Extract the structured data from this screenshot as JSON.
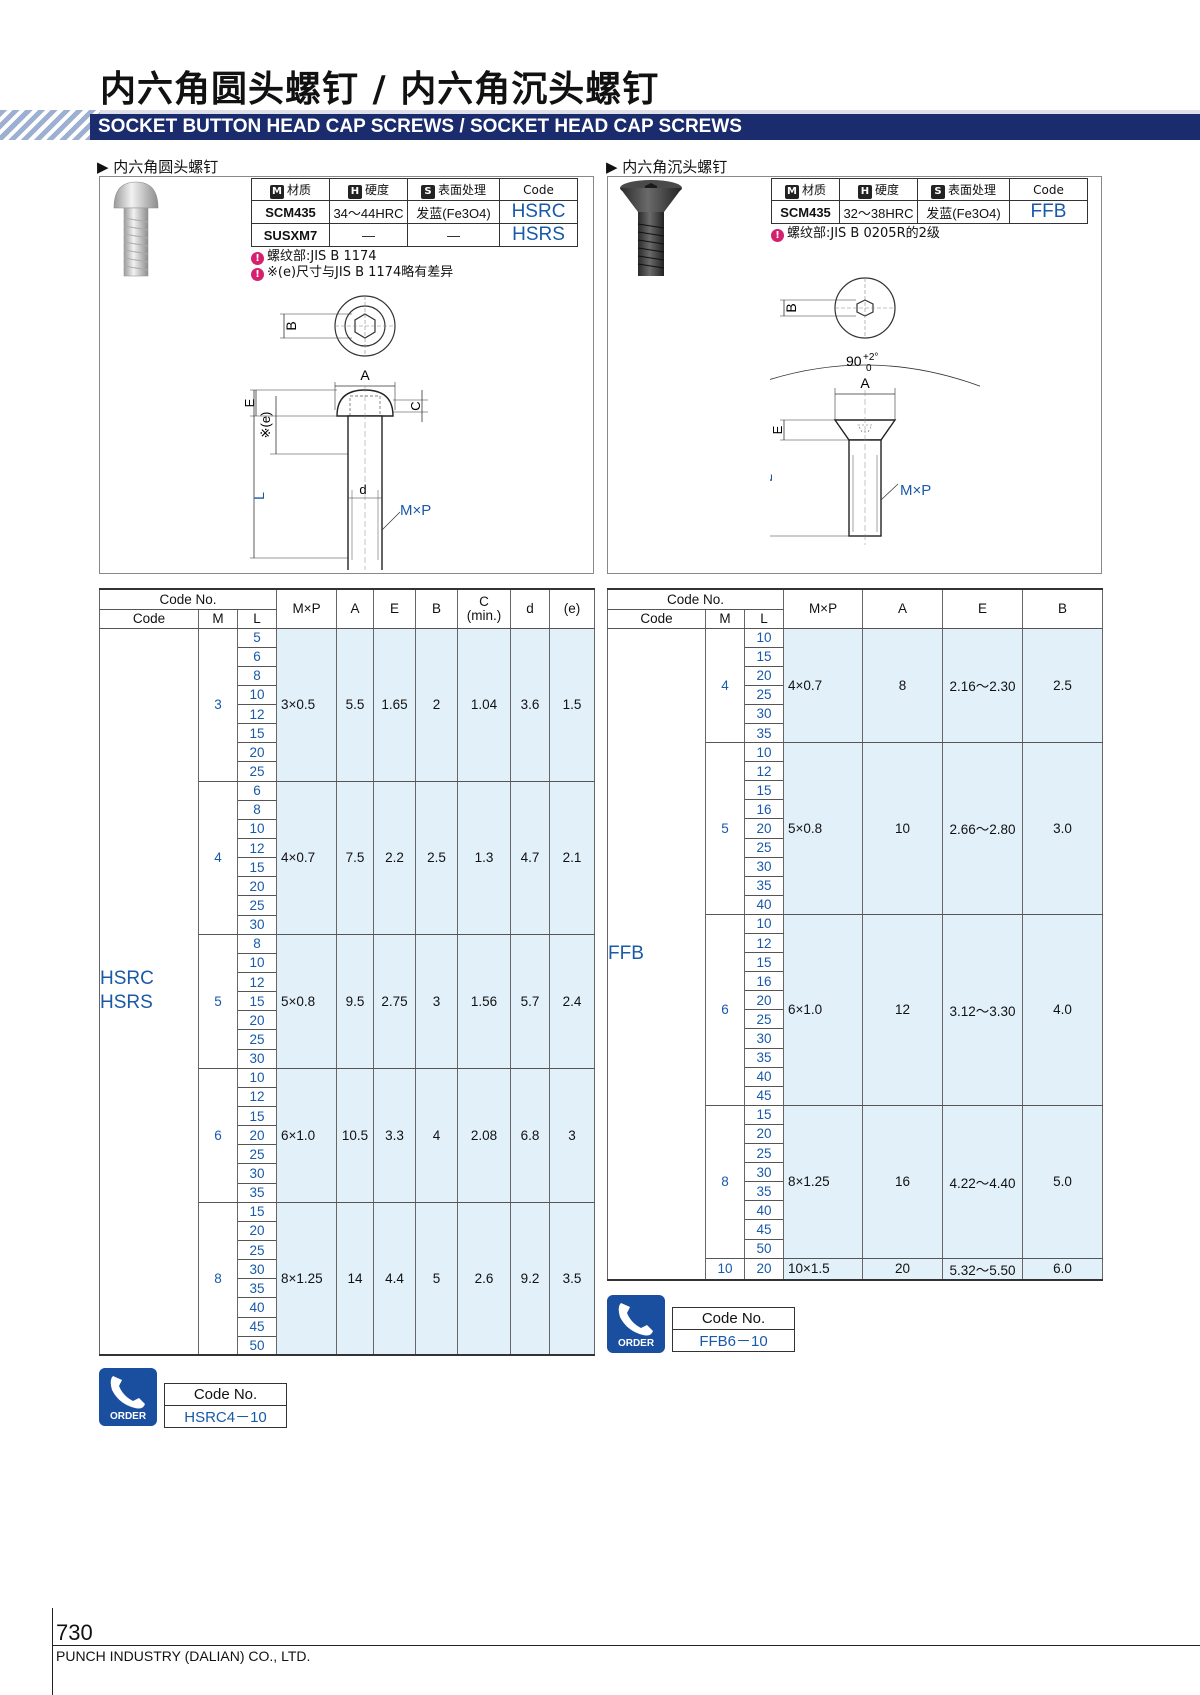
{
  "header": {
    "title_cn": "内六角圆头螺钉 / 内六角沉头螺钉",
    "title_en": "SOCKET BUTTON HEAD CAP SCREWS / SOCKET HEAD CAP SCREWS"
  },
  "left": {
    "section_label": "▶ 内六角圆头螺钉",
    "spec_headers": {
      "material": "材质",
      "hardness": "硬度",
      "surface": "表面处理",
      "code": "Code"
    },
    "spec_badges": {
      "m": "M",
      "h": "H",
      "s": "S"
    },
    "spec_rows": [
      {
        "material": "SCM435",
        "hardness": "34～44HRC",
        "surface": "发蓝(Fe3O4)",
        "code": "HSRC"
      },
      {
        "material": "SUSXM7",
        "hardness": "—",
        "surface": "—",
        "code": "HSRS"
      }
    ],
    "notes": [
      "螺纹部:JIS B 1174",
      "※(e)尺寸与JIS B 1174略有差异"
    ],
    "drawing_labels": {
      "B": "B",
      "A": "A",
      "E": "E",
      "C": "C",
      "e": "※(e)",
      "L": "L",
      "d": "d",
      "MxP": "M×P"
    },
    "table_headers": {
      "code_no": "Code No.",
      "code": "Code",
      "m": "M",
      "l": "L",
      "mxp": "M×P",
      "a": "A",
      "e": "E",
      "b": "B",
      "c": "C",
      "c_sub": "(min.)",
      "d": "d",
      "ee": "(e)"
    },
    "codes": [
      "HSRC",
      "HSRS"
    ],
    "groups": [
      {
        "m": "3",
        "l": [
          "5",
          "6",
          "8",
          "10",
          "12",
          "15",
          "20",
          "25"
        ],
        "mxp": "3×0.5",
        "a": "5.5",
        "e": "1.65",
        "b": "2",
        "c": "1.04",
        "d": "3.6",
        "ee": "1.5"
      },
      {
        "m": "4",
        "l": [
          "6",
          "8",
          "10",
          "12",
          "15",
          "20",
          "25",
          "30"
        ],
        "mxp": "4×0.7",
        "a": "7.5",
        "e": "2.2",
        "b": "2.5",
        "c": "1.3",
        "d": "4.7",
        "ee": "2.1"
      },
      {
        "m": "5",
        "l": [
          "8",
          "10",
          "12",
          "15",
          "20",
          "25",
          "30"
        ],
        "mxp": "5×0.8",
        "a": "9.5",
        "e": "2.75",
        "b": "3",
        "c": "1.56",
        "d": "5.7",
        "ee": "2.4"
      },
      {
        "m": "6",
        "l": [
          "10",
          "12",
          "15",
          "20",
          "25",
          "30",
          "35"
        ],
        "mxp": "6×1.0",
        "a": "10.5",
        "e": "3.3",
        "b": "4",
        "c": "2.08",
        "d": "6.8",
        "ee": "3"
      },
      {
        "m": "8",
        "l": [
          "15",
          "20",
          "25",
          "30",
          "35",
          "40",
          "45",
          "50"
        ],
        "mxp": "8×1.25",
        "a": "14",
        "e": "4.4",
        "b": "5",
        "c": "2.6",
        "d": "9.2",
        "ee": "3.5"
      }
    ],
    "order": {
      "icon_label": "ORDER",
      "header": "Code No.",
      "value": "HSRC4－10"
    }
  },
  "right": {
    "section_label": "▶ 内六角沉头螺钉",
    "spec_headers": {
      "material": "材质",
      "hardness": "硬度",
      "surface": "表面处理",
      "code": "Code"
    },
    "spec_badges": {
      "m": "M",
      "h": "H",
      "s": "S"
    },
    "spec_rows": [
      {
        "material": "SCM435",
        "hardness": "32～38HRC",
        "surface": "发蓝(Fe3O4)",
        "code": "FFB"
      }
    ],
    "notes": [
      "螺纹部:JIS B 0205R的2级"
    ],
    "drawing_labels": {
      "B": "B",
      "angle": "90",
      "angle_tol_plus": "+2°",
      "angle_tol_zero": "0",
      "A": "A",
      "E": "E",
      "L": "L",
      "MxP": "M×P"
    },
    "table_headers": {
      "code_no": "Code No.",
      "code": "Code",
      "m": "M",
      "l": "L",
      "mxp": "M×P",
      "a": "A",
      "e": "E",
      "b": "B"
    },
    "codes": [
      "FFB"
    ],
    "groups": [
      {
        "m": "4",
        "l": [
          "10",
          "15",
          "20",
          "25",
          "30",
          "35"
        ],
        "mxp": "4×0.7",
        "a": "8",
        "e": "2.16～2.30",
        "b": "2.5"
      },
      {
        "m": "5",
        "l": [
          "10",
          "12",
          "15",
          "16",
          "20",
          "25",
          "30",
          "35",
          "40"
        ],
        "mxp": "5×0.8",
        "a": "10",
        "e": "2.66～2.80",
        "b": "3.0"
      },
      {
        "m": "6",
        "l": [
          "10",
          "12",
          "15",
          "16",
          "20",
          "25",
          "30",
          "35",
          "40",
          "45"
        ],
        "mxp": "6×1.0",
        "a": "12",
        "e": "3.12～3.30",
        "b": "4.0"
      },
      {
        "m": "8",
        "l": [
          "15",
          "20",
          "25",
          "30",
          "35",
          "40",
          "45",
          "50"
        ],
        "mxp": "8×1.25",
        "a": "16",
        "e": "4.22～4.40",
        "b": "5.0"
      },
      {
        "m": "10",
        "l": [
          "20"
        ],
        "mxp": "10×1.5",
        "a": "20",
        "e": "5.32～5.50",
        "b": "6.0"
      }
    ],
    "order": {
      "icon_label": "ORDER",
      "header": "Code No.",
      "value": "FFB6－10"
    }
  },
  "footer": {
    "page_number": "730",
    "company": "PUNCH INDUSTRY (DALIAN) CO., LTD."
  }
}
